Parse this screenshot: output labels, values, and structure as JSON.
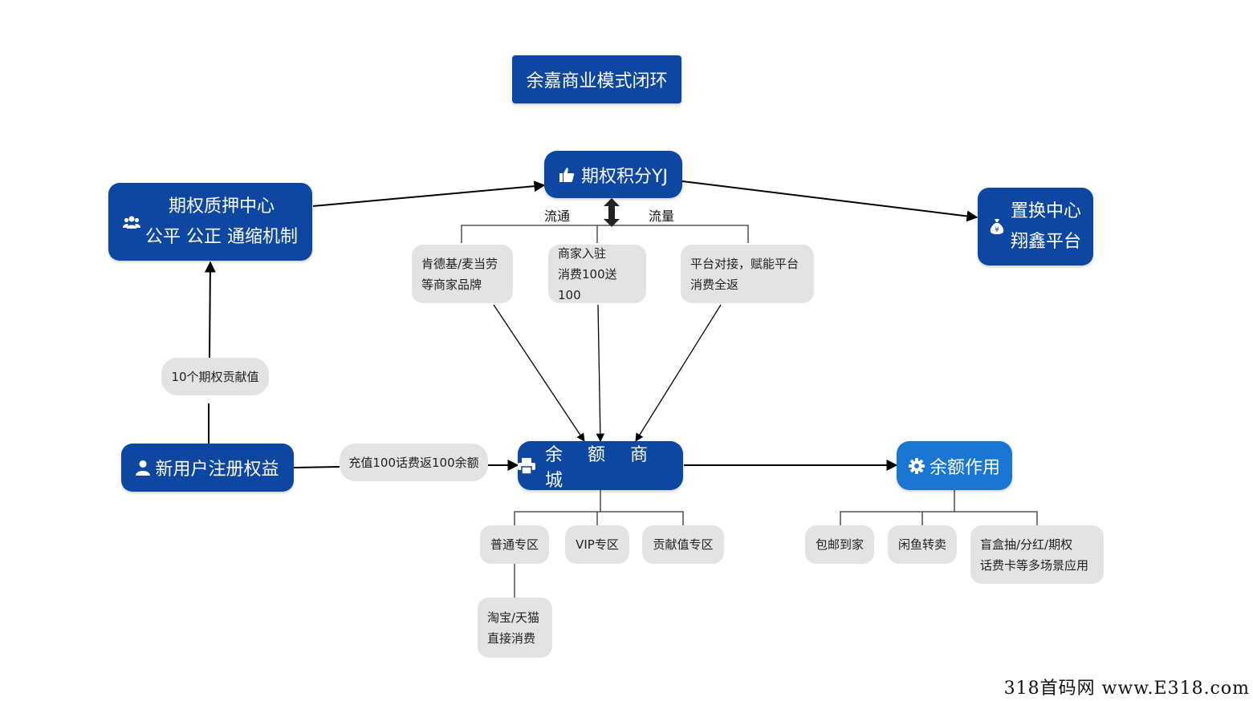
{
  "title": "余嘉商业模式闭环",
  "nodes": {
    "option_points": "期权积分YJ",
    "pledge_center": {
      "line1": "期权质押中心",
      "line2": "公平 公正 通缩机制"
    },
    "exchange_center": {
      "line1": "置换中心",
      "line2": "翔鑫平台"
    },
    "balance_mall": "余 额 商 城",
    "new_user": "新用户注册权益",
    "balance_use": "余额作用"
  },
  "edge_labels": {
    "circulation": "流通",
    "traffic": "流量",
    "contribution": "10个期权贡献值",
    "recharge": "充值100话费返100余额"
  },
  "sources": [
    {
      "line1": "肯德基/麦当劳",
      "line2": "等商家品牌"
    },
    {
      "line1": "商家入驻",
      "line2": "消费100送100"
    },
    {
      "line1": "平台对接，赋能平台",
      "line2": "消费全返"
    }
  ],
  "mall_zones": [
    "普通专区",
    "VIP专区",
    "贡献值专区"
  ],
  "regular_zone_child": {
    "line1": "淘宝/天猫",
    "line2": "直接消费"
  },
  "balance_uses": [
    {
      "line1": "包邮到家"
    },
    {
      "line1": "闲鱼转卖"
    },
    {
      "line1": "盲盒抽/分红/期权",
      "line2": "话费卡等多场景应用"
    }
  ],
  "watermark": "318首码网 www.E318.com",
  "colors": {
    "dark_node": "#0d47a1",
    "light_node": "#1976d2",
    "gray_node": "#e3e3e3"
  }
}
